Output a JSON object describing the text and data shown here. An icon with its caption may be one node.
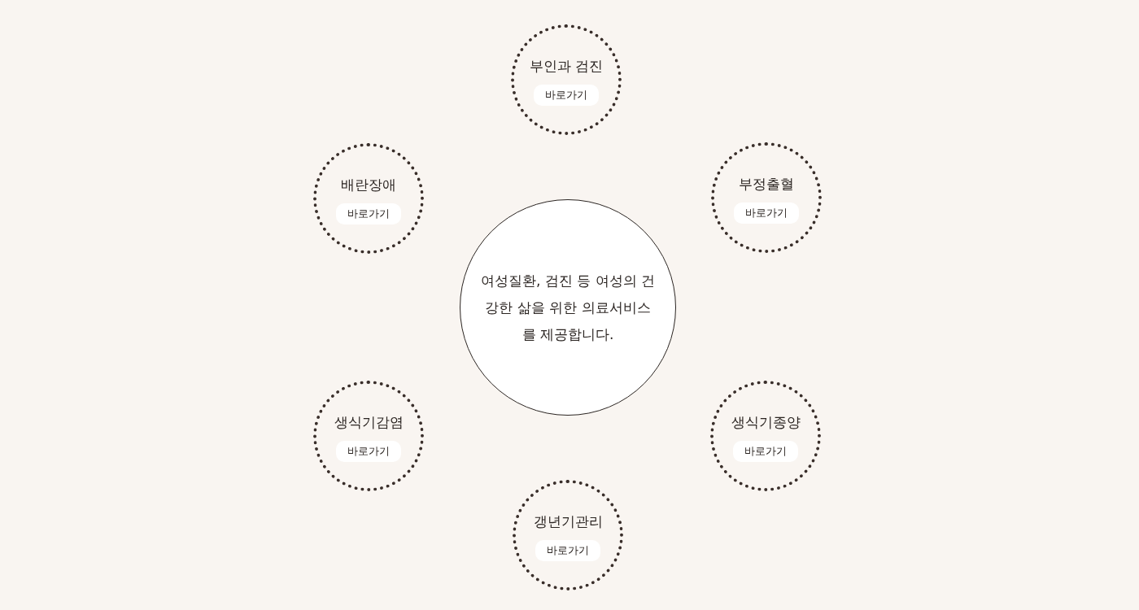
{
  "diagram": {
    "nodes": [
      {
        "text": [
          "부인과 검진"
        ]
      },
      {
        "text": [
          "바로가기"
        ],
        "in": 0
      },
      {
        "text": [
          "배란장애"
        ]
      },
      {
        "text": [
          "바로가기"
        ],
        "in": 2
      },
      {
        "text": [
          "부정출혈"
        ]
      },
      {
        "text": [
          "바로가기"
        ],
        "in": 4
      },
      {
        "text": [
          "여성질환, 검진 등 여성의 건강한 삶을 위한 의료서비스를 제공합니다."
        ]
      },
      {
        "text": [
          "생식기감염"
        ]
      },
      {
        "text": [
          "바로가기"
        ],
        "in": 7
      },
      {
        "text": [
          "생식기종양"
        ]
      },
      {
        "text": [
          "바로가기"
        ],
        "in": 9
      },
      {
        "text": [
          "갱년기관리"
        ]
      },
      {
        "text": [
          "바로가기"
        ],
        "in": 11
      }
    ]
  }
}
